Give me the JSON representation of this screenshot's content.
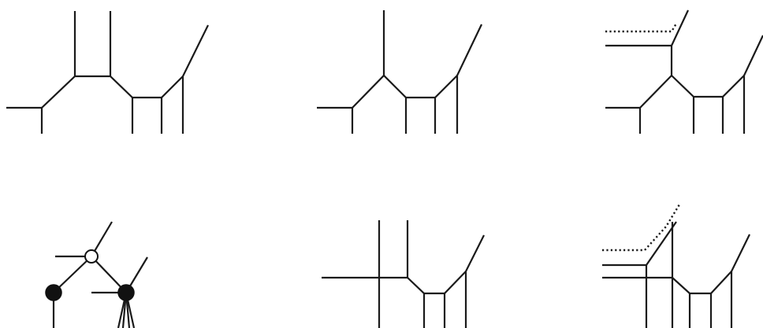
{
  "figure": {
    "panels": [
      {
        "id": "a",
        "kind": "tropical-curve"
      },
      {
        "id": "b",
        "kind": "tropical-curve"
      },
      {
        "id": "c",
        "kind": "tropical-curve-with-dotted-deformation"
      },
      {
        "id": "d",
        "kind": "graph-with-marked-vertices",
        "vertices": {
          "solid": 2,
          "open": 1
        }
      },
      {
        "id": "e",
        "kind": "tropical-curve-with-crossing"
      },
      {
        "id": "f",
        "kind": "tropical-curve-with-dotted-deformation"
      }
    ],
    "colors": {
      "stroke": "#1a1a1a",
      "solid_vertex": "#111111",
      "open_vertex": "#ffffff"
    }
  }
}
